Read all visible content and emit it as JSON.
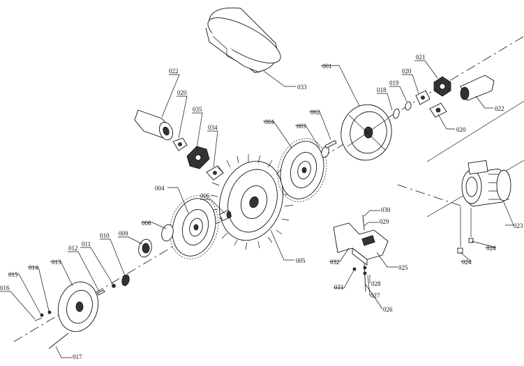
{
  "diagram": {
    "labels": {
      "p001": "001",
      "p002": "002",
      "p003": "003",
      "p004a": "004",
      "p004b": "004",
      "p005": "005",
      "p006": "006",
      "p008": "008",
      "p009": "009",
      "p010": "010",
      "p011": "011",
      "p012": "012",
      "p013": "013",
      "p014": "014",
      "p015": "015",
      "p016": "016",
      "p017": "017",
      "p018": "018",
      "p019": "019",
      "p020a": "020",
      "p020b": "020",
      "p020c": "020",
      "p021": "021",
      "p022a": "022",
      "p022b": "022",
      "p023": "023",
      "p024a": "024",
      "p024b": "024",
      "p025": "025",
      "p026": "026",
      "p027": "027",
      "p028": "028",
      "p029": "029",
      "p030": "030",
      "p031": "031",
      "p032": "032",
      "p033": "033",
      "p034": "034",
      "p035": "035"
    }
  }
}
